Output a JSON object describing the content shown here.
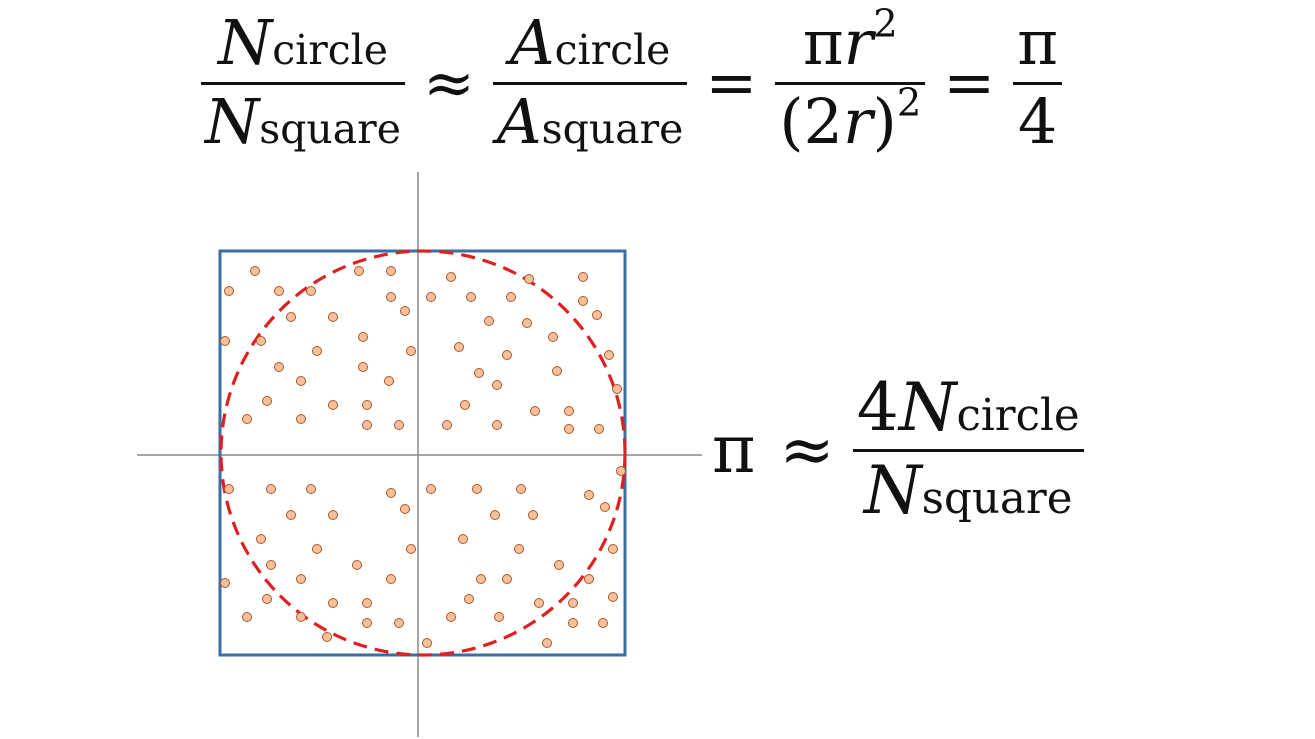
{
  "equation_top": {
    "t1_num_base": "N",
    "t1_num_sub": "circle",
    "t1_den_base": "N",
    "t1_den_sub": "square",
    "op1": "≈",
    "t2_num_base": "A",
    "t2_num_sub": "circle",
    "t2_den_base": "A",
    "t2_den_sub": "square",
    "op2": "=",
    "t3_num_pi": "π",
    "t3_num_r": "r",
    "t3_num_exp": "2",
    "t3_den_open": "(",
    "t3_den_two": "2",
    "t3_den_r": "r",
    "t3_den_close": ")",
    "t3_den_exp": "2",
    "op3": "=",
    "t4_num": "π",
    "t4_den": "4"
  },
  "equation_pi": {
    "lhs": "π",
    "op": "≈",
    "num_coef": "4",
    "num_base": "N",
    "num_sub": "circle",
    "den_base": "N",
    "den_sub": "square"
  },
  "colors": {
    "square_stroke": "#3a6ea5",
    "circle_stroke": "#e02020",
    "dot_fill": "#f7c09a",
    "dot_stroke": "#b2552a",
    "axis": "#888888"
  },
  "points": {
    "note": "sample points in units of the radius, square spans -1..1",
    "xy": [
      [
        -0.84,
        0.91
      ],
      [
        -0.32,
        0.91
      ],
      [
        -0.16,
        0.91
      ],
      [
        0.14,
        0.88
      ],
      [
        0.53,
        0.87
      ],
      [
        0.8,
        0.88
      ],
      [
        -0.97,
        0.81
      ],
      [
        -0.72,
        0.81
      ],
      [
        -0.56,
        0.81
      ],
      [
        -0.16,
        0.78
      ],
      [
        0.04,
        0.78
      ],
      [
        0.24,
        0.78
      ],
      [
        0.44,
        0.78
      ],
      [
        0.8,
        0.76
      ],
      [
        -0.09,
        0.71
      ],
      [
        -0.66,
        0.68
      ],
      [
        -0.45,
        0.68
      ],
      [
        0.33,
        0.66
      ],
      [
        0.52,
        0.65
      ],
      [
        0.87,
        0.69
      ],
      [
        -0.81,
        0.56
      ],
      [
        -0.3,
        0.58
      ],
      [
        0.65,
        0.58
      ],
      [
        -0.53,
        0.51
      ],
      [
        -0.06,
        0.51
      ],
      [
        0.18,
        0.53
      ],
      [
        0.42,
        0.49
      ],
      [
        0.93,
        0.49
      ],
      [
        -0.72,
        0.43
      ],
      [
        -0.3,
        0.43
      ],
      [
        0.28,
        0.4
      ],
      [
        0.67,
        0.41
      ],
      [
        -0.61,
        0.36
      ],
      [
        -0.17,
        0.36
      ],
      [
        0.37,
        0.34
      ],
      [
        -0.78,
        0.26
      ],
      [
        -0.45,
        0.24
      ],
      [
        -0.28,
        0.24
      ],
      [
        0.21,
        0.24
      ],
      [
        0.56,
        0.21
      ],
      [
        0.73,
        0.21
      ],
      [
        -0.88,
        0.17
      ],
      [
        -0.61,
        0.17
      ],
      [
        -0.28,
        0.14
      ],
      [
        -0.12,
        0.14
      ],
      [
        0.12,
        0.14
      ],
      [
        0.37,
        0.14
      ],
      [
        0.73,
        0.12
      ],
      [
        0.88,
        0.12
      ],
      [
        -0.97,
        -0.18
      ],
      [
        -0.76,
        -0.18
      ],
      [
        -0.56,
        -0.18
      ],
      [
        -0.16,
        -0.2
      ],
      [
        0.04,
        -0.18
      ],
      [
        0.27,
        -0.18
      ],
      [
        0.49,
        -0.18
      ],
      [
        0.83,
        -0.21
      ],
      [
        -0.09,
        -0.28
      ],
      [
        -0.66,
        -0.31
      ],
      [
        -0.45,
        -0.31
      ],
      [
        0.36,
        -0.31
      ],
      [
        0.55,
        -0.31
      ],
      [
        0.91,
        -0.27
      ],
      [
        -0.81,
        -0.43
      ],
      [
        -0.53,
        -0.48
      ],
      [
        -0.06,
        -0.48
      ],
      [
        0.2,
        -0.43
      ],
      [
        0.48,
        -0.48
      ],
      [
        0.95,
        -0.48
      ],
      [
        -0.76,
        -0.56
      ],
      [
        -0.33,
        -0.56
      ],
      [
        0.68,
        -0.56
      ],
      [
        -0.61,
        -0.63
      ],
      [
        -0.16,
        -0.63
      ],
      [
        0.29,
        -0.63
      ],
      [
        0.42,
        -0.63
      ],
      [
        0.83,
        -0.63
      ],
      [
        -0.78,
        -0.73
      ],
      [
        -0.45,
        -0.75
      ],
      [
        -0.28,
        -0.75
      ],
      [
        0.23,
        -0.73
      ],
      [
        0.58,
        -0.75
      ],
      [
        0.75,
        -0.75
      ],
      [
        -0.88,
        -0.82
      ],
      [
        -0.61,
        -0.82
      ],
      [
        -0.28,
        -0.85
      ],
      [
        -0.12,
        -0.85
      ],
      [
        0.14,
        -0.82
      ],
      [
        0.38,
        -0.82
      ],
      [
        0.75,
        -0.85
      ],
      [
        0.9,
        -0.85
      ],
      [
        -0.48,
        -0.92
      ],
      [
        0.02,
        -0.95
      ],
      [
        0.62,
        -0.95
      ],
      [
        -0.99,
        0.56
      ],
      [
        0.99,
        -0.09
      ],
      [
        -0.99,
        -0.65
      ],
      [
        0.97,
        0.32
      ],
      [
        0.95,
        -0.72
      ]
    ]
  }
}
